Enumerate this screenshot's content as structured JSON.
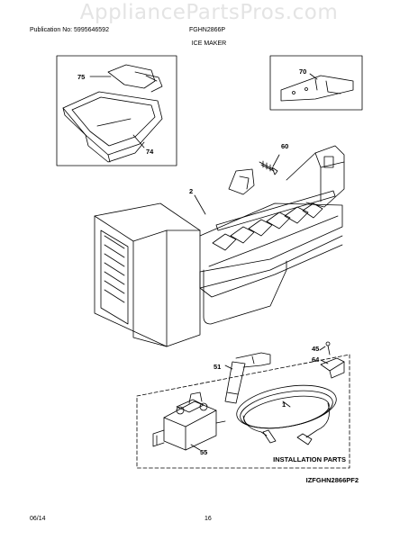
{
  "watermark": "AppliancePartsPros.com",
  "header": {
    "publication": "Publication No: 5995646592",
    "model": "FGHN2866P",
    "title": "ICE MAKER"
  },
  "diagram": {
    "callouts": {
      "c75": "75",
      "c74": "74",
      "c70": "70",
      "c60": "60",
      "c2": "2",
      "c45": "45",
      "c64": "64",
      "c51": "51",
      "c1": "1",
      "c55": "55"
    },
    "installation_label": "INSTALLATION PARTS",
    "figure_code": "IZFGHN2866PF2"
  },
  "footer": {
    "date": "06/14",
    "page": "16"
  }
}
